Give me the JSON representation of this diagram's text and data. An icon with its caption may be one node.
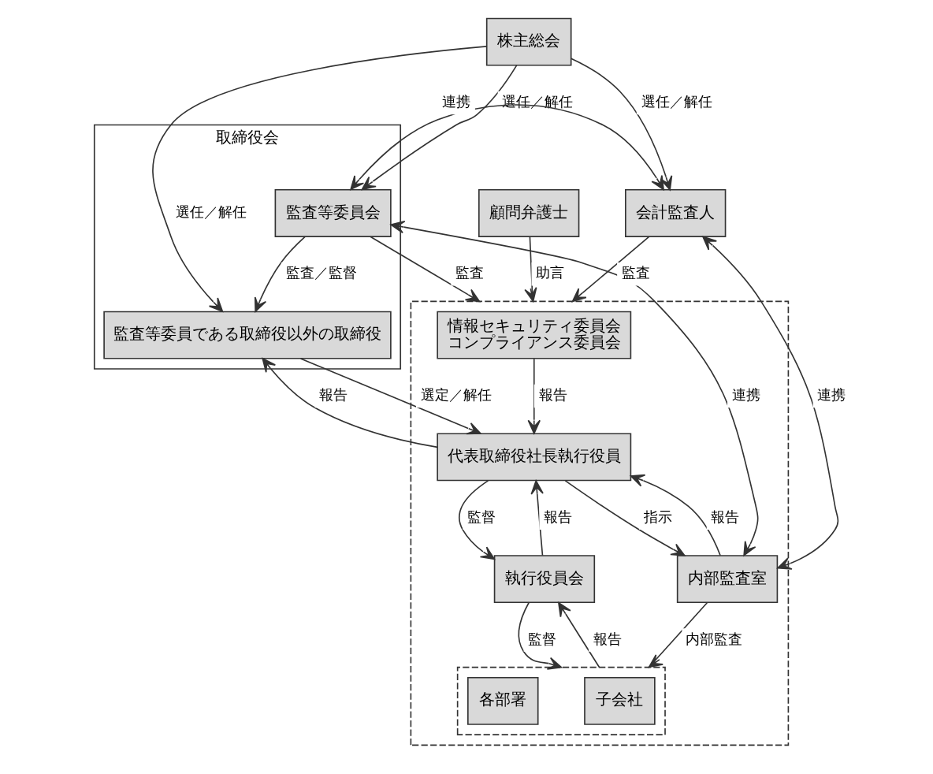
{
  "diagram": {
    "nodes": [
      {
        "text": [
          "株主総会"
        ]
      },
      {
        "text": [
          "取締役会"
        ]
      },
      {
        "text": [
          "監査等委員である取締役以外の取締役"
        ],
        "in": 1
      },
      {
        "text": [
          "監査等委員会"
        ],
        "in": 1
      },
      {
        "text": [
          "会計監査人"
        ]
      },
      {
        "text": [],
        "shape": "box"
      },
      {
        "text": [
          "情報セキュリティ委員会",
          "コンプライアンス委員会"
        ],
        "in": 5
      },
      {
        "text": [
          "代表取締役社長執行役員"
        ],
        "in": 5
      },
      {
        "text": [
          "内部監査室"
        ],
        "in": 5
      },
      {
        "text": [
          "執行役員会"
        ],
        "in": 5
      },
      {
        "text": [],
        "shape": "box",
        "in": 5
      },
      {
        "text": [
          "子会社"
        ],
        "in": 10
      },
      {
        "text": [
          "各部署"
        ],
        "in": 10
      },
      {
        "text": [
          "顧問弁護士"
        ]
      }
    ],
    "edges": [
      {
        "from": 0,
        "to": 2,
        "arrow": "to",
        "label": "選任／解任"
      },
      {
        "from": 0,
        "to": 3,
        "arrow": "to",
        "label": "選任／解任"
      },
      {
        "from": 0,
        "to": 4,
        "arrow": "to",
        "label": "選任／解任"
      },
      {
        "from": 3,
        "to": 2,
        "arrow": "to",
        "label": "監査／監督"
      },
      {
        "from": 3,
        "to": 4,
        "arrow": "both",
        "label": "連携"
      },
      {
        "from": 3,
        "to": 5,
        "arrow": "to",
        "label": "監査"
      },
      {
        "from": 4,
        "to": 5,
        "arrow": "to",
        "label": "監査"
      },
      {
        "from": 4,
        "to": 8,
        "arrow": "both",
        "label": "連携"
      },
      {
        "from": 3,
        "to": 8,
        "arrow": "both",
        "label": "連携"
      },
      {
        "from": 2,
        "to": 7,
        "arrow": "to",
        "label": "選定／解任"
      },
      {
        "from": 7,
        "to": 2,
        "arrow": "to",
        "label": "報告"
      },
      {
        "from": 6,
        "to": 7,
        "arrow": "to",
        "label": "報告"
      },
      {
        "from": 8,
        "to": 7,
        "arrow": "to",
        "label": "報告"
      },
      {
        "from": 7,
        "to": 8,
        "arrow": "to",
        "label": "指示"
      },
      {
        "from": 7,
        "to": 9,
        "arrow": "to",
        "label": "監督"
      },
      {
        "from": 9,
        "to": 7,
        "arrow": "to",
        "label": "報告"
      },
      {
        "from": 9,
        "to": 10,
        "arrow": "to",
        "label": "監督"
      },
      {
        "from": 10,
        "to": 9,
        "arrow": "to",
        "label": "報告"
      },
      {
        "from": 8,
        "to": 10,
        "arrow": "to",
        "label": "内部監査"
      },
      {
        "from": 13,
        "to": 5,
        "arrow": "to",
        "label": "助言"
      }
    ]
  }
}
